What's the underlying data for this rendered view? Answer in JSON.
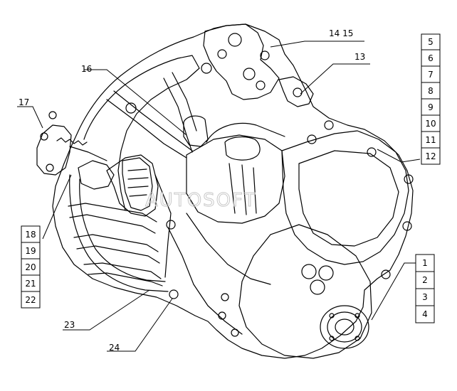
{
  "labels": {
    "n1": "1",
    "n2": "2",
    "n3": "3",
    "n4": "4",
    "n5": "5",
    "n6": "6",
    "n7": "7",
    "n8": "8",
    "n9": "9",
    "n10": "10",
    "n11": "11",
    "n12": "12",
    "n13": "13",
    "n14_15": "14 15",
    "n16": "16",
    "n17": "17",
    "n18": "18",
    "n19": "19",
    "n20": "20",
    "n21": "21",
    "n22": "22",
    "n23": "23",
    "n24": "24"
  },
  "watermark": "AUTOSOFT"
}
